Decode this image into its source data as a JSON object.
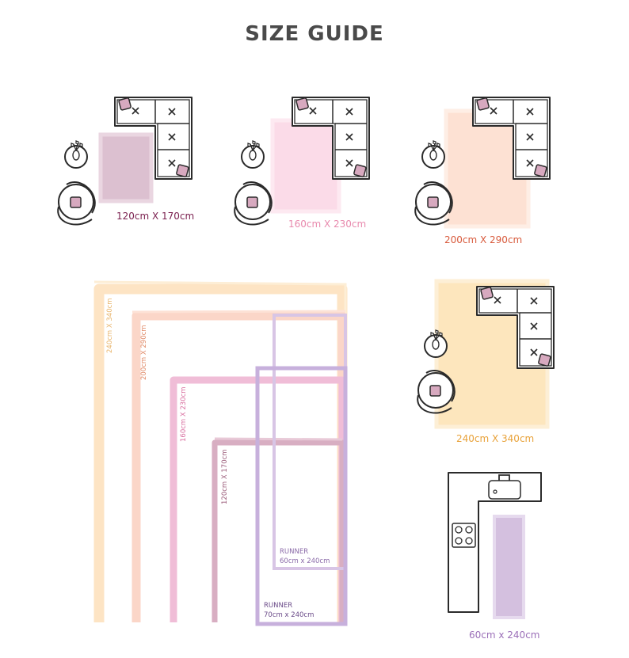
{
  "title": "SIZE GUIDE",
  "colors": {
    "rug_120x170": "#dcc0d0",
    "rug_160x230": "#fbdbe8",
    "rug_200x290": "#fde1d3",
    "rug_240x340": "#fde6bd",
    "runner": "#d4c0df",
    "label_120x170": "#7a1f4e",
    "label_160x230": "#e889ad",
    "label_200x290": "#d85a3c",
    "label_240x340": "#e8a23a",
    "label_runner": "#9b6fb8",
    "ink": "#2b2b2b",
    "cushion": "#d7a9bf"
  },
  "layouts": [
    {
      "label": "120cm X 170cm"
    },
    {
      "label": "160cm X 230cm"
    },
    {
      "label": "200cm X 290cm"
    },
    {
      "label": "240cm X 340cm"
    },
    {
      "label": "60cm x 240cm"
    }
  ],
  "comparison": {
    "outlines": [
      {
        "label": "240cm X 340cm"
      },
      {
        "label": "200cm X 290cm"
      },
      {
        "label": "160cm X 230cm"
      },
      {
        "label": "120cm X 170cm"
      }
    ],
    "runners": [
      {
        "title": "RUNNER",
        "size": "60cm x 240cm"
      },
      {
        "title": "RUNNER",
        "size": "70cm x 240cm"
      }
    ]
  }
}
